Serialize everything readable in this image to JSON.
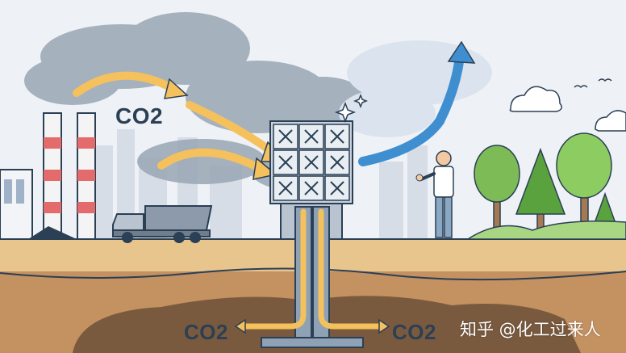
{
  "labels": {
    "co2_emission": "CO2",
    "co2_storage_left": "CO2",
    "co2_storage_right": "CO2"
  },
  "watermark": "知乎 @化工过来人",
  "colors": {
    "sky": "#eef2f6",
    "smoke": "#8d9aab",
    "arrow_yellow": "#f4c15d",
    "arrow_blue": "#3f8fd0",
    "ground": "#e9c58e",
    "underground": "#c49161",
    "storage_pocket": "#7a5a3e",
    "tree_green": "#7dbb57",
    "outline": "#2b3f55"
  }
}
